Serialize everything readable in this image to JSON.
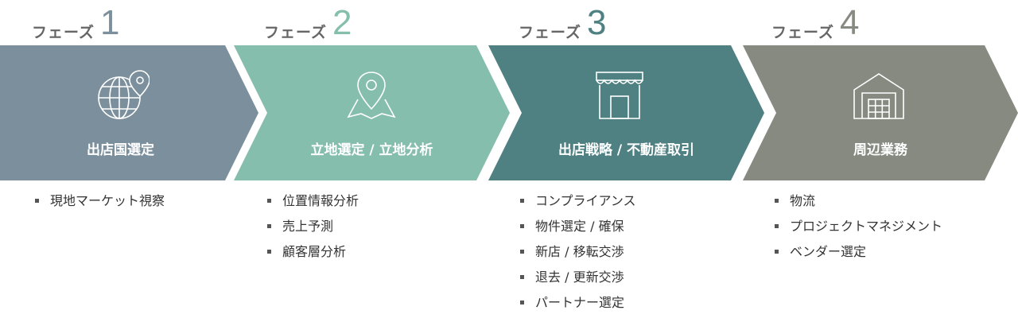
{
  "phases": [
    {
      "prefix": "フェーズ",
      "number": "1",
      "title": "出店国選定",
      "color": "#7c8f9c",
      "icon": "globe-location-icon",
      "tasks": [
        "現地マーケット視察"
      ]
    },
    {
      "prefix": "フェーズ",
      "number": "2",
      "title": "立地選定 / 立地分析",
      "color": "#86bead",
      "icon": "map-pin-icon",
      "tasks": [
        "位置情報分析",
        "売上予測",
        "顧客層分析"
      ]
    },
    {
      "prefix": "フェーズ",
      "number": "3",
      "title": "出店戦略 / 不動産取引",
      "color": "#4f8082",
      "icon": "storefront-icon",
      "tasks": [
        "コンプライアンス",
        "物件選定 / 確保",
        "新店 / 移転交渉",
        "退去 / 更新交渉",
        "パートナー選定"
      ]
    },
    {
      "prefix": "フェーズ",
      "number": "4",
      "title": "周辺業務",
      "color": "#868a80",
      "icon": "warehouse-icon",
      "tasks": [
        "物流",
        "プロジェクトマネジメント",
        "ベンダー選定"
      ]
    }
  ]
}
